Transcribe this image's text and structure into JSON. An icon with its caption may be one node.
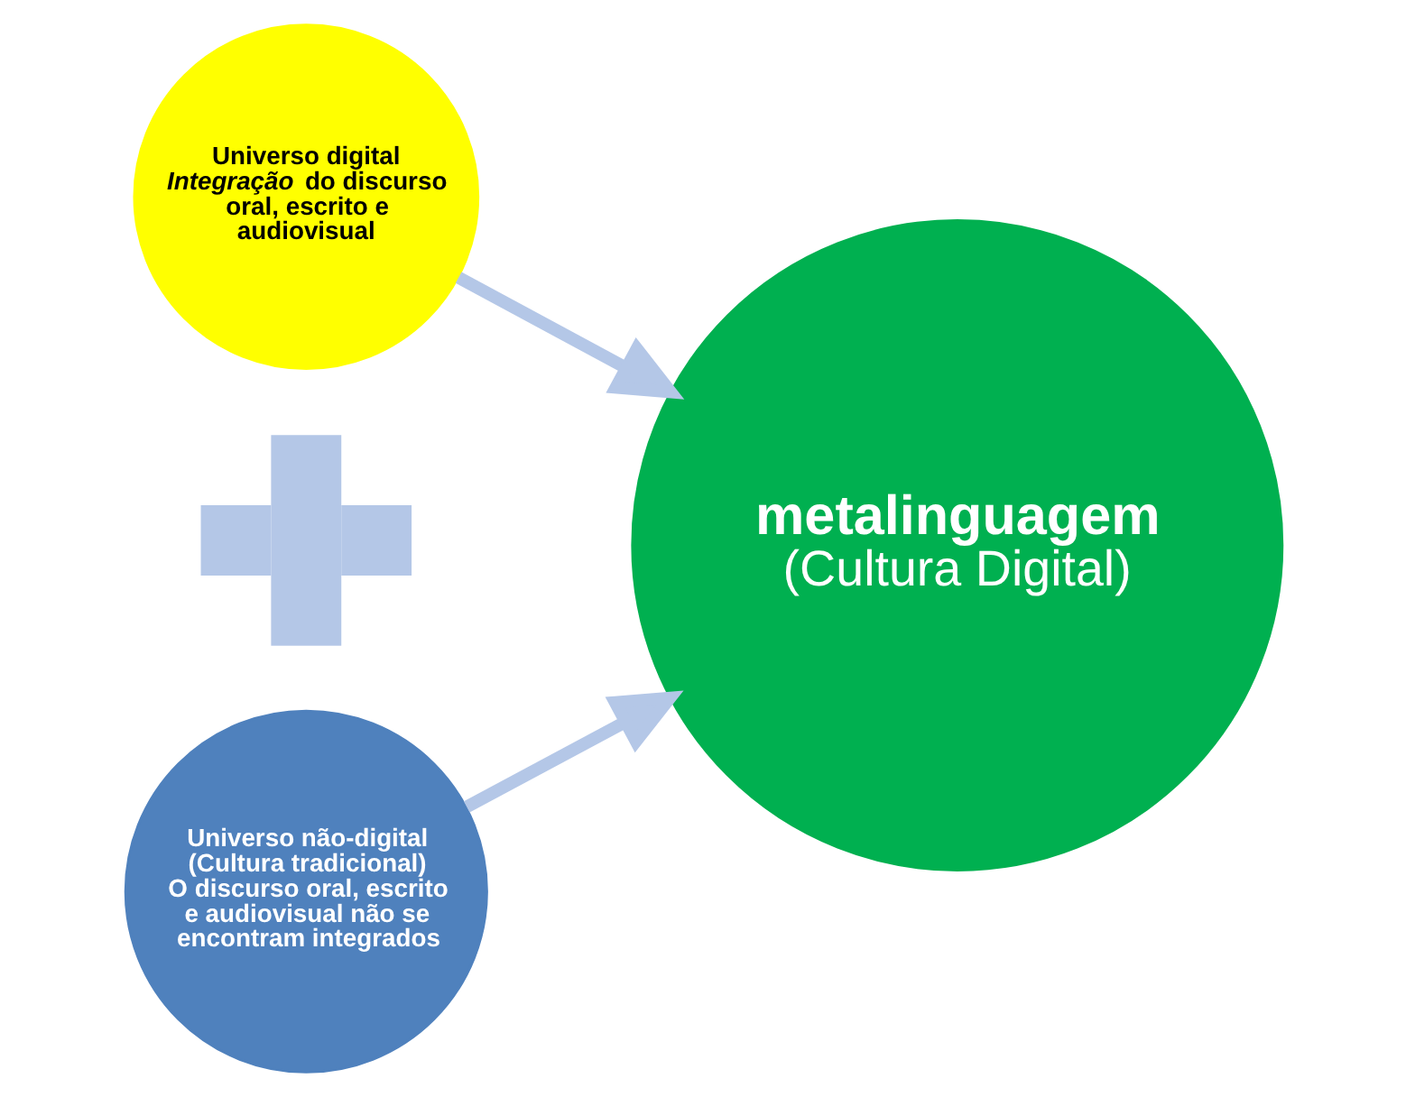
{
  "diagram": {
    "nodes": [
      {
        "text": [
          "Universo digital",
          "*Integração* do discurso oral, escrito e audiovisual"
        ]
      },
      {
        "text": [],
        "shape": "plus"
      },
      {
        "text": [
          "Universo não-digital",
          "(Cultura tradicional)",
          "O discurso oral, escrito e audiovisual não se encontram integrados"
        ]
      },
      {
        "text": [
          "metalinguagem",
          "(Cultura Digital)"
        ]
      }
    ],
    "edges": [
      {
        "from": 0,
        "to": 3,
        "arrow": "to"
      },
      {
        "from": 2,
        "to": 3,
        "arrow": "to"
      }
    ]
  }
}
